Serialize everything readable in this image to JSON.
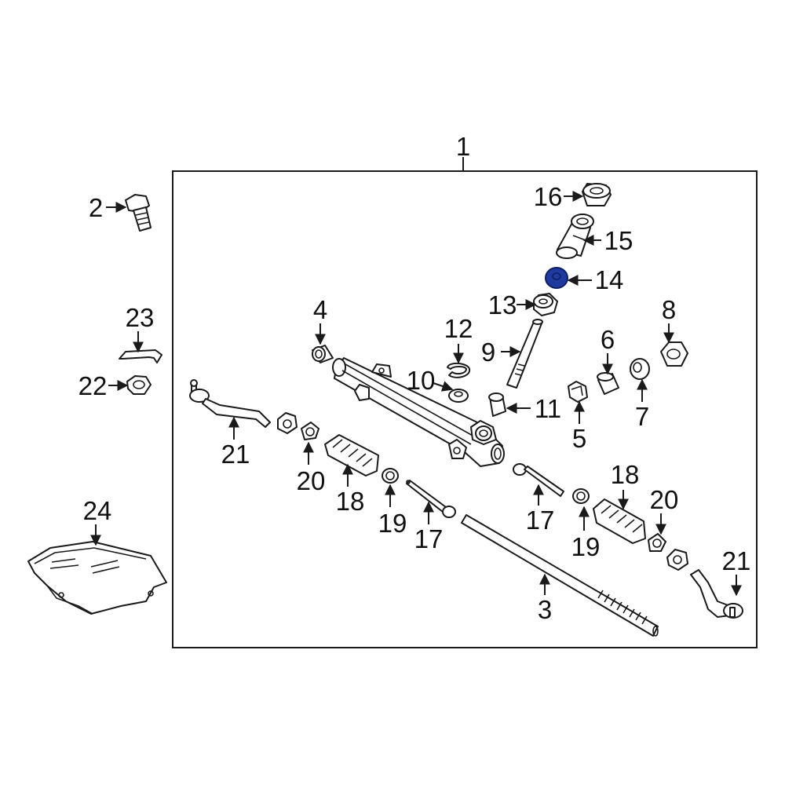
{
  "colors": {
    "line": "#1a1a1a",
    "highlight": "#1f3a9e",
    "background": "#ffffff"
  },
  "callouts": [
    {
      "id": "c1",
      "label": "1"
    },
    {
      "id": "c2",
      "label": "2"
    },
    {
      "id": "c3",
      "label": "3"
    },
    {
      "id": "c4",
      "label": "4"
    },
    {
      "id": "c5",
      "label": "5"
    },
    {
      "id": "c6",
      "label": "6"
    },
    {
      "id": "c7",
      "label": "7"
    },
    {
      "id": "c8",
      "label": "8"
    },
    {
      "id": "c9",
      "label": "9"
    },
    {
      "id": "c10",
      "label": "10"
    },
    {
      "id": "c11",
      "label": "11"
    },
    {
      "id": "c12",
      "label": "12"
    },
    {
      "id": "c13",
      "label": "13"
    },
    {
      "id": "c14",
      "label": "14",
      "highlighted": true
    },
    {
      "id": "c15",
      "label": "15"
    },
    {
      "id": "c16",
      "label": "16"
    },
    {
      "id": "c17a",
      "label": "17"
    },
    {
      "id": "c17b",
      "label": "17"
    },
    {
      "id": "c18a",
      "label": "18"
    },
    {
      "id": "c18b",
      "label": "18"
    },
    {
      "id": "c19a",
      "label": "19"
    },
    {
      "id": "c19b",
      "label": "19"
    },
    {
      "id": "c20a",
      "label": "20"
    },
    {
      "id": "c20b",
      "label": "20"
    },
    {
      "id": "c21a",
      "label": "21"
    },
    {
      "id": "c21b",
      "label": "21"
    },
    {
      "id": "c22",
      "label": "22"
    },
    {
      "id": "c23",
      "label": "23"
    },
    {
      "id": "c24",
      "label": "24"
    }
  ]
}
